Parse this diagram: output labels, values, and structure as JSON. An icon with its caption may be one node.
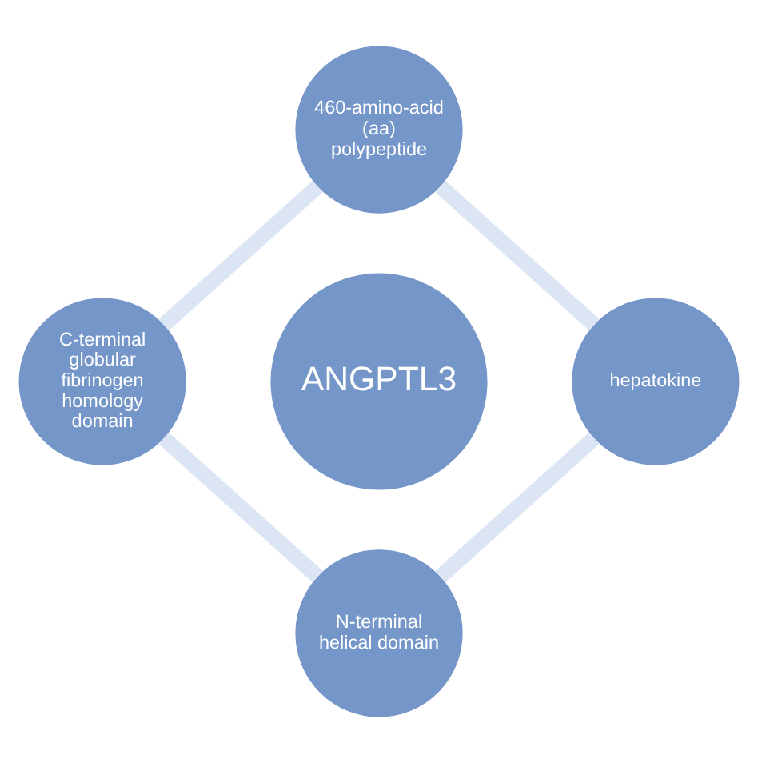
{
  "diagram": {
    "nodes": [
      {
        "text": [
          "460-amino-acid (aa) polypeptide"
        ]
      },
      {
        "text": [
          "C-terminal globular fibrinogen homology domain"
        ]
      },
      {
        "text": [
          "ANGPTL3"
        ]
      },
      {
        "text": [
          "hepatokine"
        ]
      },
      {
        "text": [
          "N-terminal helical domain"
        ]
      }
    ],
    "edges": [
      {
        "from": 0,
        "to": 3,
        "arrow": "none"
      },
      {
        "from": 3,
        "to": 4,
        "arrow": "none"
      },
      {
        "from": 4,
        "to": 1,
        "arrow": "none"
      },
      {
        "from": 1,
        "to": 0,
        "arrow": "none"
      }
    ]
  }
}
